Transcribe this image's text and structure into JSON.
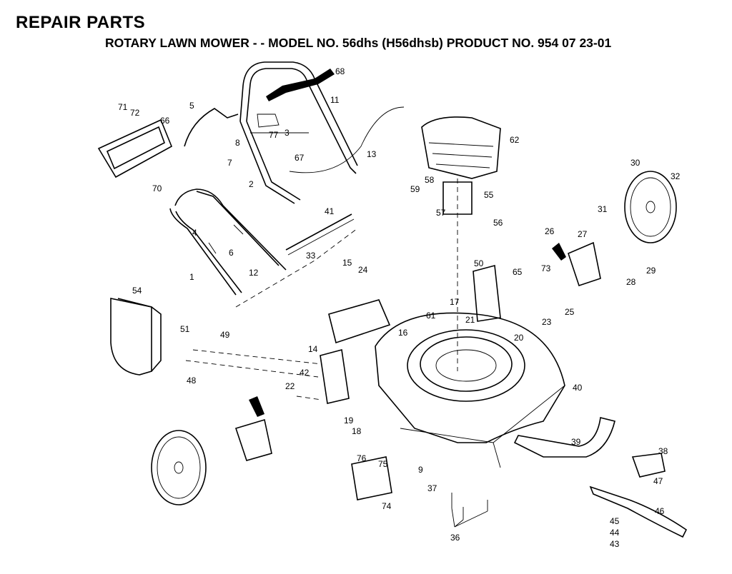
{
  "header": {
    "title": "REPAIR PARTS",
    "subtitle": "ROTARY LAWN MOWER - - MODEL NO. 56dhs (H56dhsb) PRODUCT NO. 954 07 23-01"
  },
  "callouts": [
    "1",
    "2",
    "3",
    "4",
    "5",
    "6",
    "7",
    "8",
    "9",
    "11",
    "12",
    "13",
    "14",
    "15",
    "16",
    "17",
    "18",
    "19",
    "20",
    "21",
    "22",
    "23",
    "24",
    "25",
    "26",
    "27",
    "28",
    "29",
    "30",
    "31",
    "32",
    "33",
    "36",
    "37",
    "38",
    "39",
    "40",
    "41",
    "42",
    "43",
    "44",
    "45",
    "46",
    "47",
    "48",
    "49",
    "50",
    "51",
    "54",
    "55",
    "56",
    "57",
    "58",
    "59",
    "61",
    "62",
    "65",
    "66",
    "67",
    "68",
    "70",
    "71",
    "72",
    "73",
    "74",
    "75",
    "76",
    "77"
  ]
}
